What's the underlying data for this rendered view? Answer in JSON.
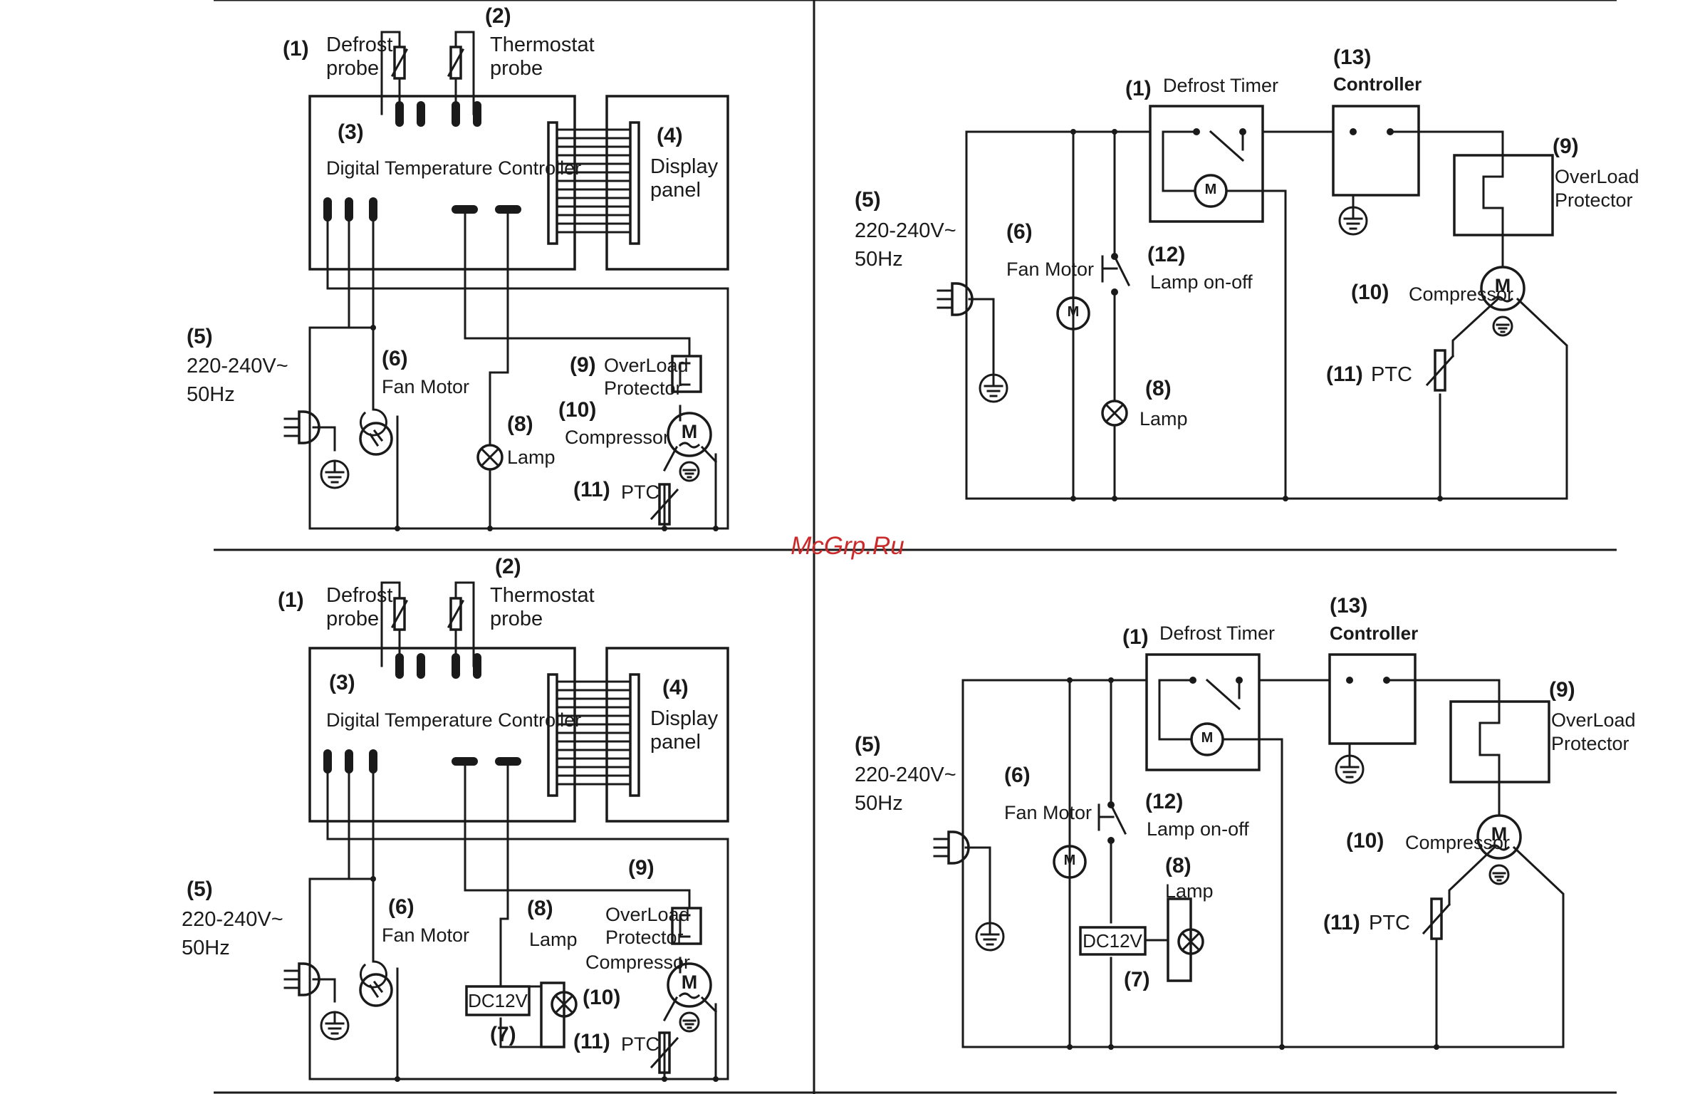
{
  "watermark": "McGrp.Ru",
  "colors": {
    "line": "#1a1a1a",
    "watermark": "#cc2a2a",
    "background": "#ffffff"
  },
  "panels": {
    "top_left": {
      "n1": "(1)",
      "defrost_1": "Defrost",
      "defrost_2": "probe",
      "n2": "(2)",
      "thermo_1": "Thermostat",
      "thermo_2": "probe",
      "n3": "(3)",
      "controller": "Digital Temperature Controller",
      "n4": "(4)",
      "display_1": "Display",
      "display_2": "panel",
      "n5": "(5)",
      "voltage": "220-240V~",
      "freq": "50Hz",
      "n6": "(6)",
      "fan": "Fan Motor",
      "n8": "(8)",
      "lamp": "Lamp",
      "n9": "(9)",
      "overload_1": "OverLoad",
      "overload_2": "Protector",
      "n10": "(10)",
      "compressor": "Compressor",
      "n11": "(11)",
      "ptc": "PTC",
      "motor": "M"
    },
    "top_right": {
      "n1": "(1)",
      "defrost_timer": "Defrost Timer",
      "n13": "(13)",
      "controller": "Controller",
      "n9": "(9)",
      "overload_1": "OverLoad",
      "overload_2": "Protector",
      "n5": "(5)",
      "voltage": "220-240V~",
      "freq": "50Hz",
      "n6": "(6)",
      "fan": "Fan Motor",
      "n12": "(12)",
      "lamp_switch": "Lamp on-off",
      "n10": "(10)",
      "compressor": "Compressor",
      "n11": "(11)",
      "ptc": "PTC",
      "n8": "(8)",
      "lamp": "Lamp",
      "motor": "M"
    },
    "bottom_left": {
      "n1": "(1)",
      "defrost_1": "Defrost",
      "defrost_2": "probe",
      "n2": "(2)",
      "thermo_1": "Thermostat",
      "thermo_2": "probe",
      "n3": "(3)",
      "controller": "Digital Temperature Controller",
      "n4": "(4)",
      "display_1": "Display",
      "display_2": "panel",
      "n5": "(5)",
      "voltage": "220-240V~",
      "freq": "50Hz",
      "n6": "(6)",
      "fan": "Fan Motor",
      "n9": "(9)",
      "overload_1": "OverLoad",
      "overload_2": "Protector",
      "n8": "(8)",
      "lamp": "Lamp",
      "compressor": "Compressor",
      "dc": "DC12V",
      "n7": "(7)",
      "n10": "(10)",
      "n11": "(11)",
      "ptc": "PTC",
      "motor": "M"
    },
    "bottom_right": {
      "n1": "(1)",
      "defrost_timer": "Defrost Timer",
      "n13": "(13)",
      "controller": "Controller",
      "n9": "(9)",
      "overload_1": "OverLoad",
      "overload_2": "Protector",
      "n5": "(5)",
      "voltage": "220-240V~",
      "freq": "50Hz",
      "n6": "(6)",
      "fan": "Fan Motor",
      "n12": "(12)",
      "lamp_switch": "Lamp on-off",
      "n8": "(8)",
      "lamp": "Lamp",
      "n10": "(10)",
      "compressor": "Compressor",
      "n11": "(11)",
      "ptc": "PTC",
      "dc": "DC12V",
      "n7": "(7)",
      "motor": "M"
    }
  }
}
